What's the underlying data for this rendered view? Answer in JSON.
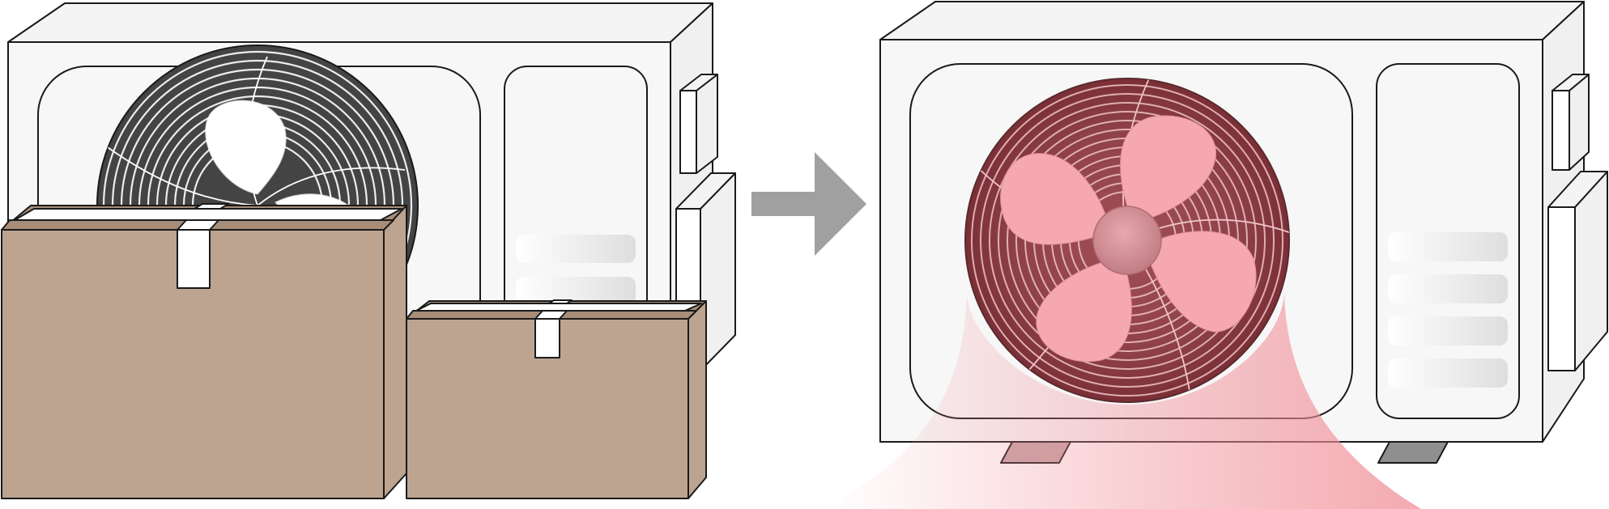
{
  "scene": {
    "before_panel": {
      "unit": "outdoor-ac-unit",
      "state": "blocked",
      "obstruction": "cardboard-boxes",
      "box_count": 2
    },
    "transition": {
      "icon": "right-arrow-icon"
    },
    "after_panel": {
      "unit": "outdoor-ac-unit",
      "state": "running-hot",
      "airflow": "hot-air-exhaust"
    }
  },
  "colors": {
    "unit_face": "#f7f7f7",
    "unit_side": "#f0f0f0",
    "unit_top": "#f4f4f4",
    "outline": "#1a1a1a",
    "fan_grille": "#444444",
    "box": "#bca490",
    "box_dark": "#a88e78",
    "tape": "#ffffff",
    "arrow": "#a0a0a0",
    "heat": "#f08f98",
    "heat_fan": "#8a3a42",
    "fan_blade_hot": "#f5a8b0"
  }
}
